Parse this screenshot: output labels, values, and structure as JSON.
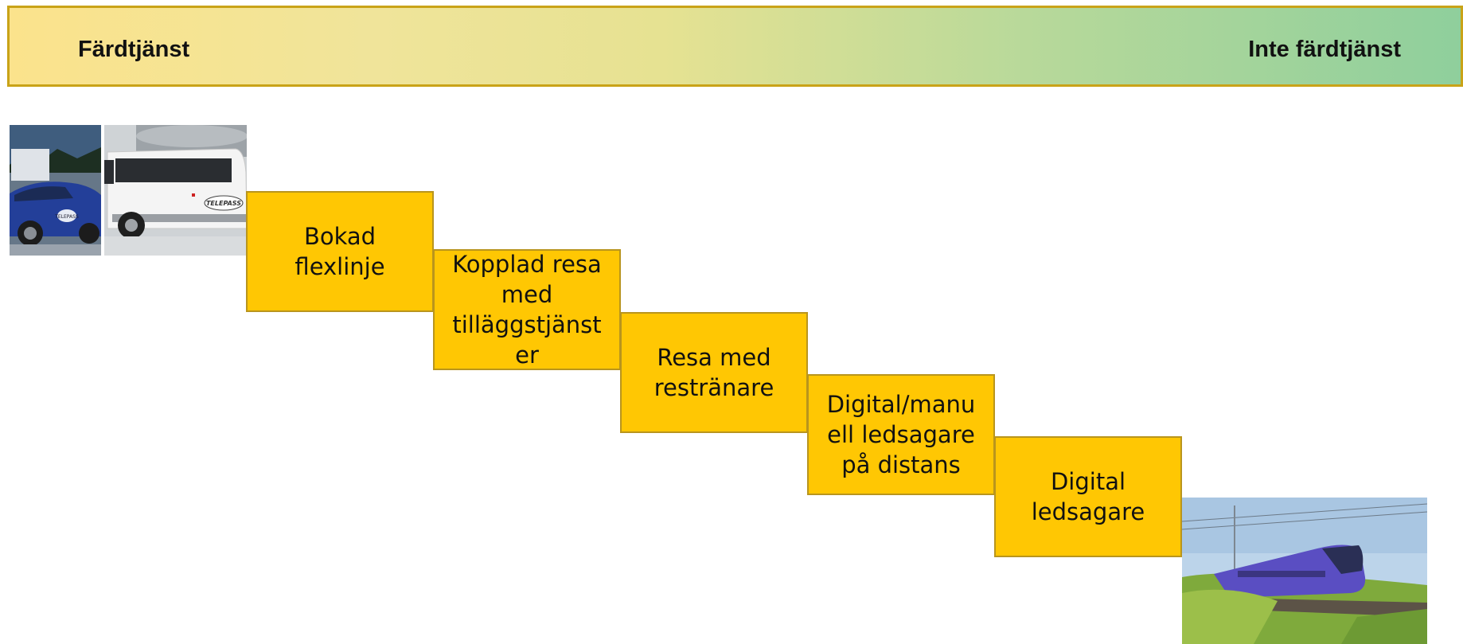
{
  "banner": {
    "left_label": "Färdtjänst",
    "right_label": "Inte färdtjänst"
  },
  "steps": [
    "Bokad flexlinje",
    "Kopplad resa med tilläggstjänst er",
    "Resa med resträнare",
    "Digital/manu ell ledsagare på distans",
    "Digital ledsagare"
  ],
  "photos": {
    "car_badge": "TELEPASS",
    "van_badge": "TELEPASS"
  }
}
